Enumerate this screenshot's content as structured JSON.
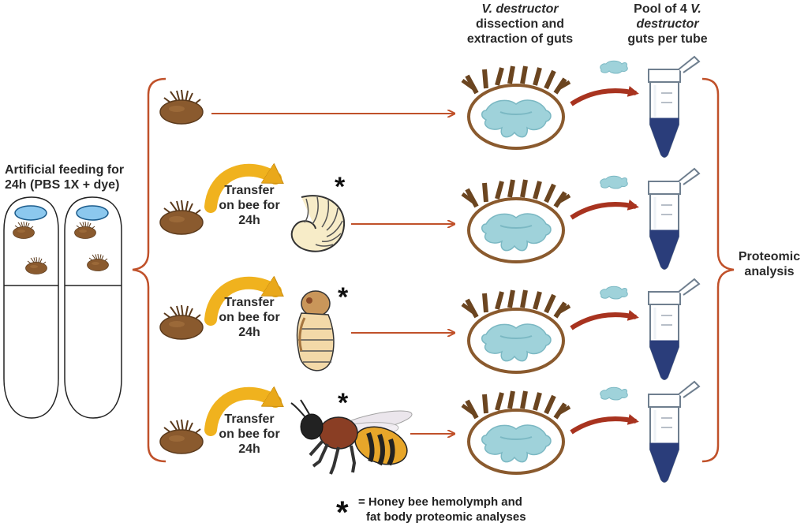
{
  "left_label": {
    "line1": "Artificial feeding for",
    "line2": "24h (PBS 1X + dye)"
  },
  "header_dissection": {
    "line1": "V. destructor",
    "line2": "dissection and",
    "line3": "extraction of guts"
  },
  "header_pool": {
    "line1_pre": "Pool of 4 ",
    "line1_italic": "V.",
    "line2": "destructor",
    "line3": "guts per tube"
  },
  "transfer_label": {
    "line1": "Transfer",
    "line2": "on bee for",
    "line3": "24h"
  },
  "right_label": {
    "line1": "Proteomic",
    "line2": "analysis"
  },
  "star_symbol": "*",
  "legend": {
    "line1": "= Honey bee hemolymph and",
    "line2": "fat body proteomic analyses"
  },
  "colors": {
    "arrow": "#c0512a",
    "brace": "#c0512a",
    "curved_arrow": "#f0b21e",
    "mite": "#8a5a2e",
    "gut": "#9fd2da",
    "tube_fill": "#2a3d7a"
  },
  "icons": [
    "mite-icon",
    "larva-icon",
    "pupa-icon",
    "adult-bee-icon",
    "dissected-mite-icon",
    "gut-icon",
    "eppendorf-tube-icon",
    "curved-arrow-icon"
  ]
}
